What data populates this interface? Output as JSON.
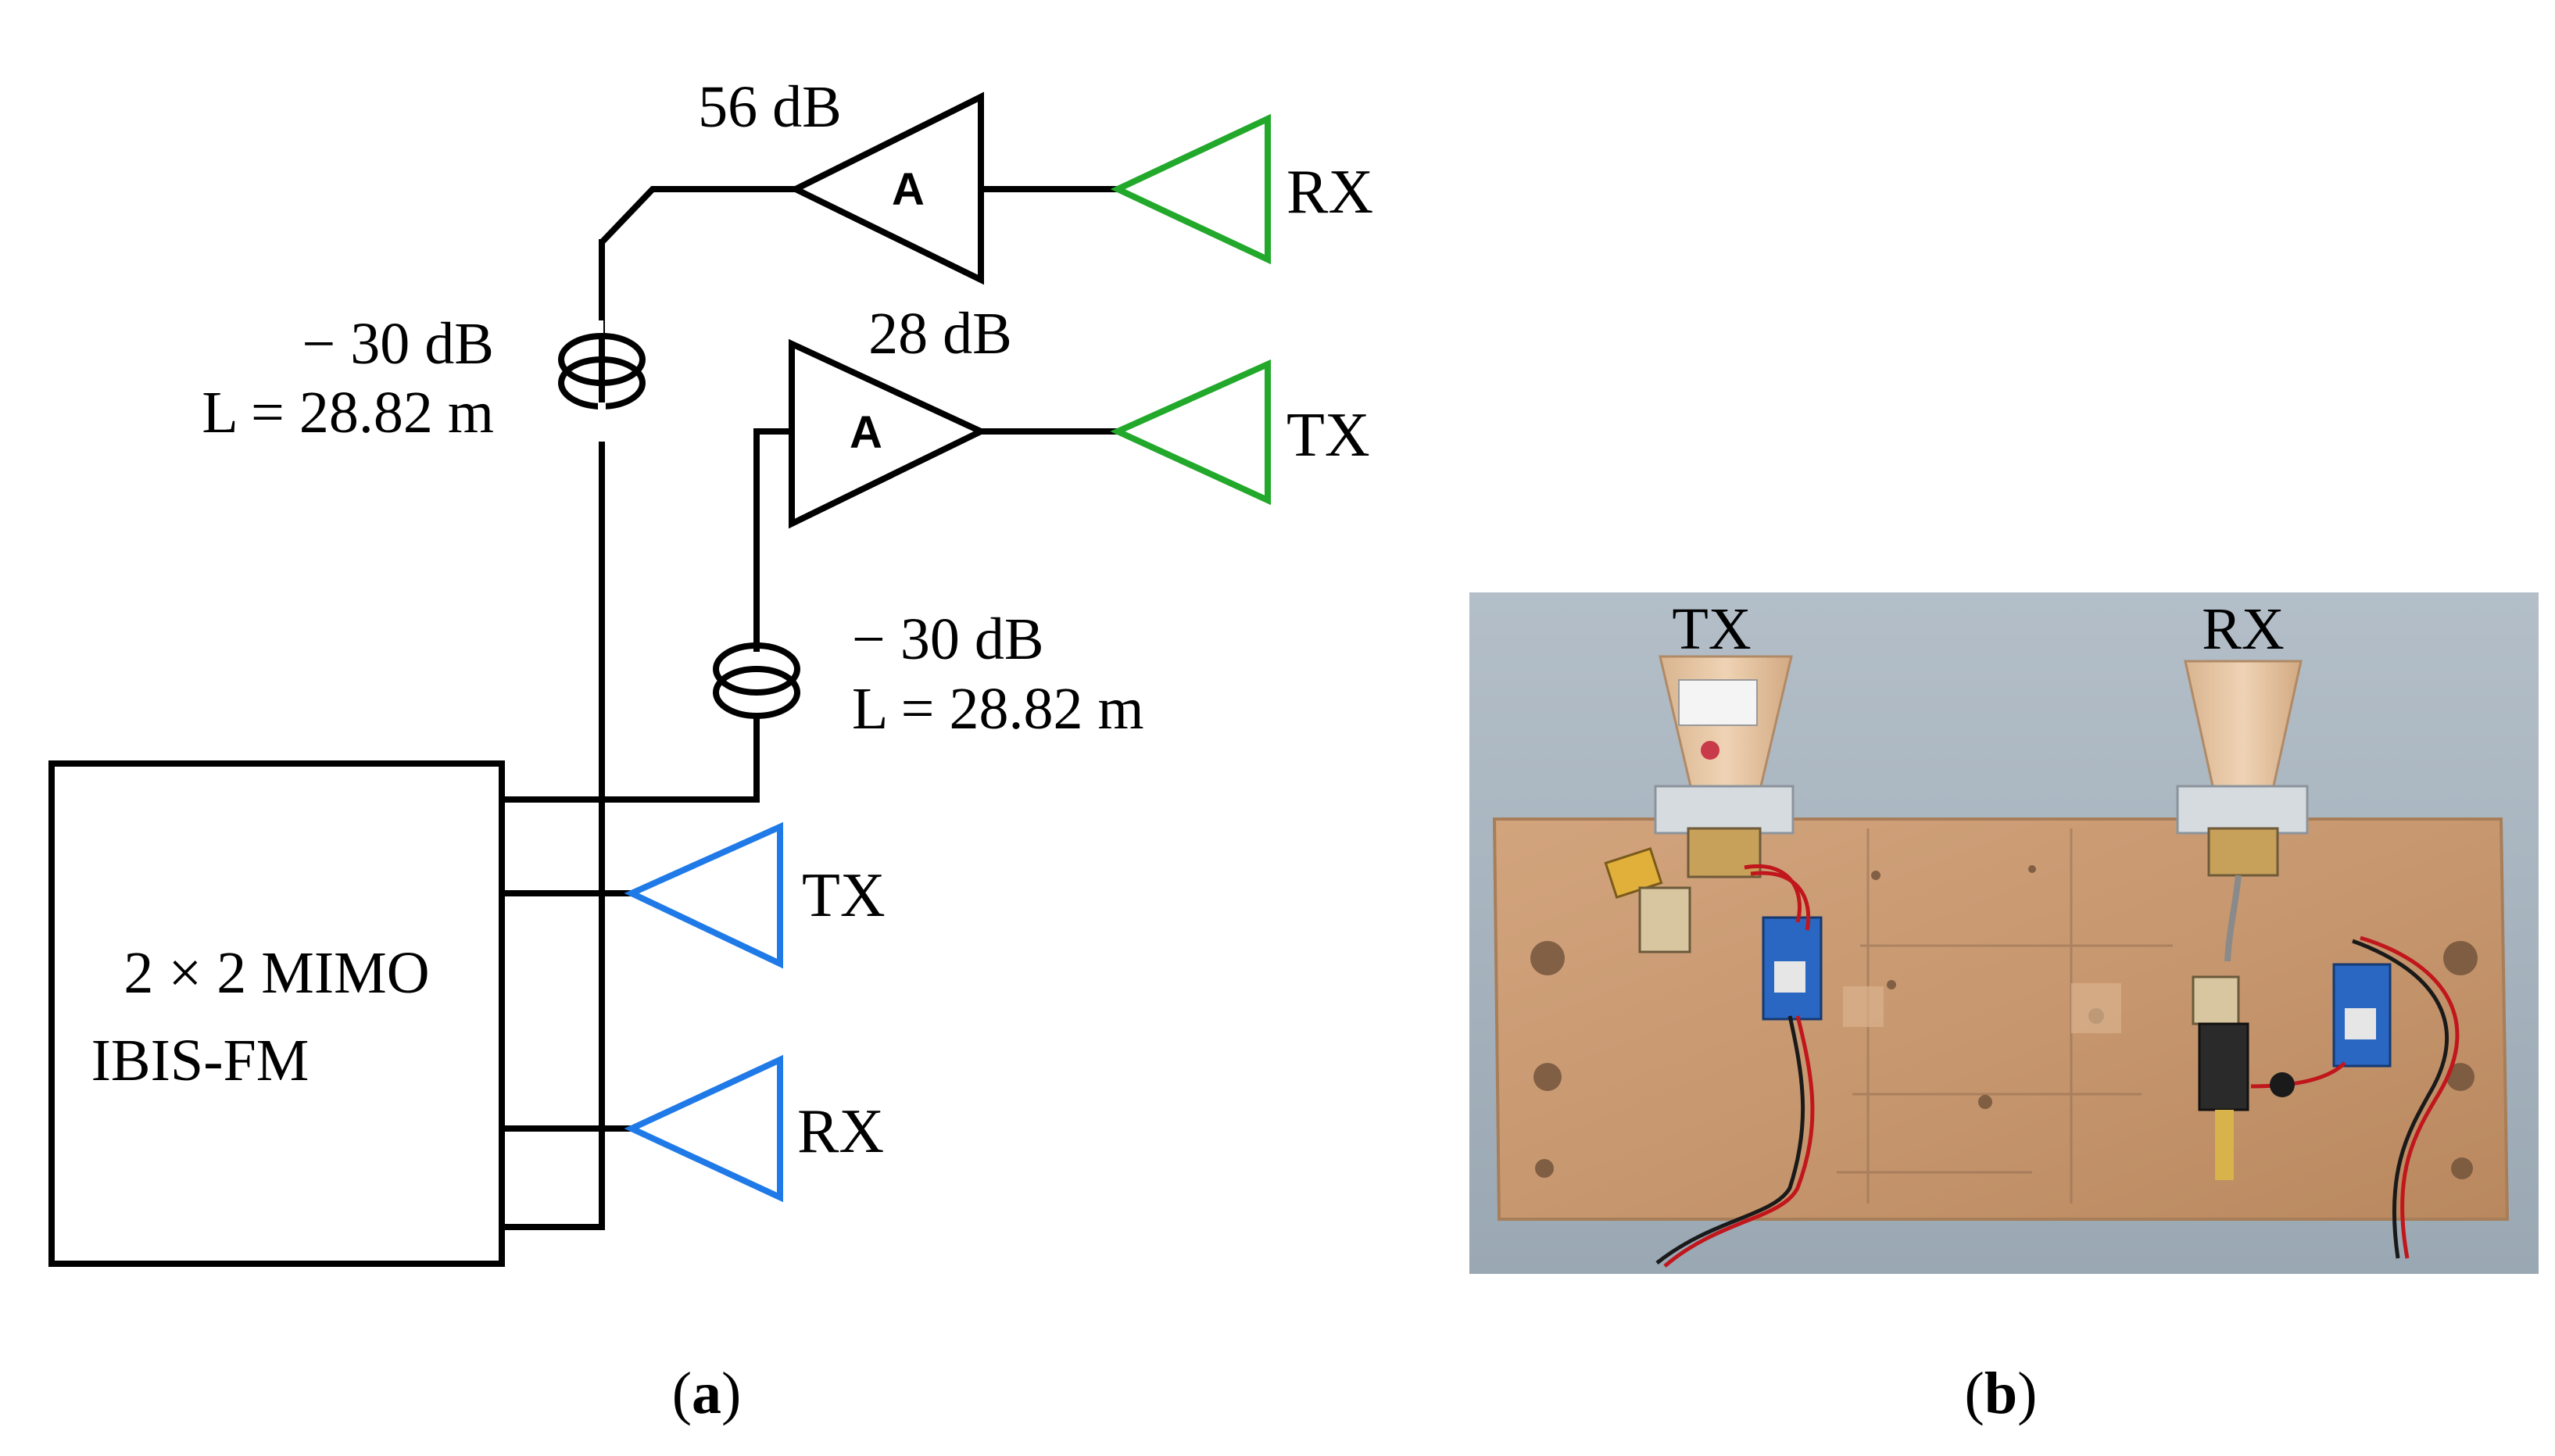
{
  "panel_a": {
    "caption_open": "(",
    "caption_letter": "a",
    "caption_close": ")",
    "mimo_box": {
      "line1": "2 × 2 MIMO",
      "line2": "IBIS-FM"
    },
    "rx_amplifier": {
      "symbol": "A",
      "gain": "56 dB"
    },
    "tx_amplifier": {
      "symbol": "A",
      "gain": "28 dB"
    },
    "cable_rx": {
      "loss": "− 30 dB",
      "length": "L = 28.82 m"
    },
    "cable_tx": {
      "loss": "− 30 dB",
      "length": "L = 28.82 m"
    },
    "remote_antennas": {
      "rx": "RX",
      "tx": "TX"
    },
    "local_antennas": {
      "tx": "TX",
      "rx": "RX"
    }
  },
  "panel_b": {
    "caption_open": "(",
    "caption_letter": "b",
    "caption_close": ")",
    "tx_label": "TX",
    "rx_label": "RX"
  },
  "colors": {
    "line": "#000000",
    "remote_antenna": "#22a82a",
    "local_antenna": "#1f7ae8",
    "board_wood": "#c99a73",
    "photo_background": "#a7b4bf",
    "horn": "#e8c9a8"
  }
}
